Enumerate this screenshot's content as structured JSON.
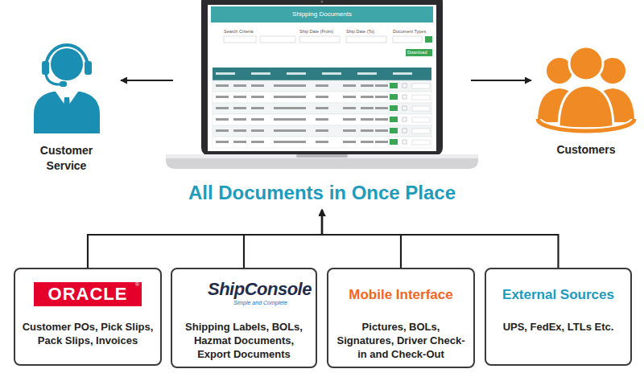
{
  "diagram": {
    "nodes": [
      {
        "text": [
          "Customer Service"
        ]
      },
      {
        "text": [
          "Shipping Documents",
          "All Documents in Once Place"
        ]
      },
      {
        "text": [
          "Customers"
        ]
      },
      {
        "text": [
          "ORACLE",
          "Customer POs, Pick Slips, Pack Slips, Invoices"
        ]
      },
      {
        "text": [
          "ShipConsole",
          "Simple and Complete",
          "Shipping Labels, BOLs, Hazmat Documents, Export Documents"
        ]
      },
      {
        "text": [
          "Mobile Interface",
          "Pictures, BOLs, Signatures, Driver Check-in and Check-Out"
        ]
      },
      {
        "text": [
          "External Sources",
          "UPS, FedEx, LTLs Etc."
        ]
      }
    ],
    "edges": [
      {
        "from": 1,
        "to": 0,
        "arrow": "to"
      },
      {
        "from": 1,
        "to": 2,
        "arrow": "to"
      },
      {
        "from": 3,
        "to": 1,
        "arrow": "to"
      },
      {
        "from": 4,
        "to": 1,
        "arrow": "to"
      },
      {
        "from": 5,
        "to": 1,
        "arrow": "to"
      },
      {
        "from": 6,
        "to": 1,
        "arrow": "to"
      }
    ],
    "labels": [
      "Search Criteria",
      "Ship Date (From)",
      "Ship Date (To)",
      "Document Types",
      "Download",
      "®"
    ]
  }
}
